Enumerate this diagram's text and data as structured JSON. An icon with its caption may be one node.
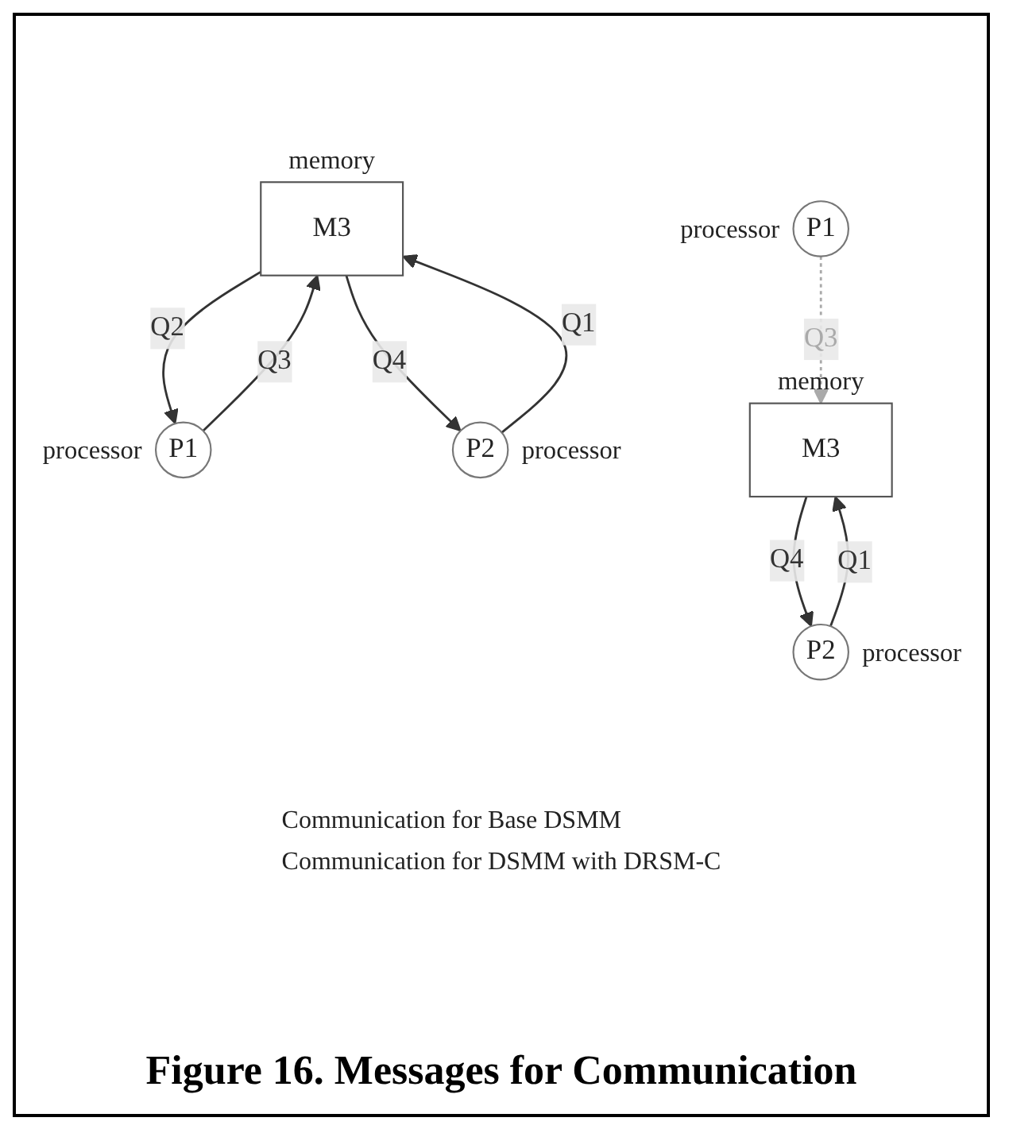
{
  "diagram": {
    "caption": "Figure 16.  Messages for Communication",
    "nodes": [
      {
        "text": [
          "M3"
        ],
        "beside": [
          "memory"
        ]
      },
      {
        "text": [
          "P1"
        ],
        "beside": [
          "processor"
        ]
      },
      {
        "text": [
          "P2"
        ],
        "beside": [
          "processor"
        ]
      },
      {
        "text": [
          "M3"
        ],
        "beside": [
          "memory"
        ]
      },
      {
        "text": [
          "P1"
        ],
        "beside": [
          "processor"
        ]
      },
      {
        "text": [
          "P2"
        ],
        "beside": [
          "processor"
        ]
      }
    ],
    "edges": [
      {
        "from": 0,
        "to": 1,
        "arrow": "to",
        "label": "Q2"
      },
      {
        "from": 2,
        "to": 0,
        "arrow": "to",
        "label": "Q1"
      },
      {
        "from": 1,
        "to": 0,
        "arrow": "to",
        "label": "Q3"
      },
      {
        "from": 0,
        "to": 2,
        "arrow": "to",
        "label": "Q4"
      },
      {
        "from": 5,
        "to": 3,
        "arrow": "to",
        "label": "Q1"
      },
      {
        "from": 4,
        "to": 3,
        "arrow": "to",
        "label": "Q3",
        "style": "dashed",
        "color": "#aaaaaa"
      },
      {
        "from": 3,
        "to": 5,
        "arrow": "to",
        "label": "Q4"
      }
    ],
    "labels": [
      "Communication for Base DSMM",
      "Communication for DSMM with DRSM-C"
    ]
  }
}
